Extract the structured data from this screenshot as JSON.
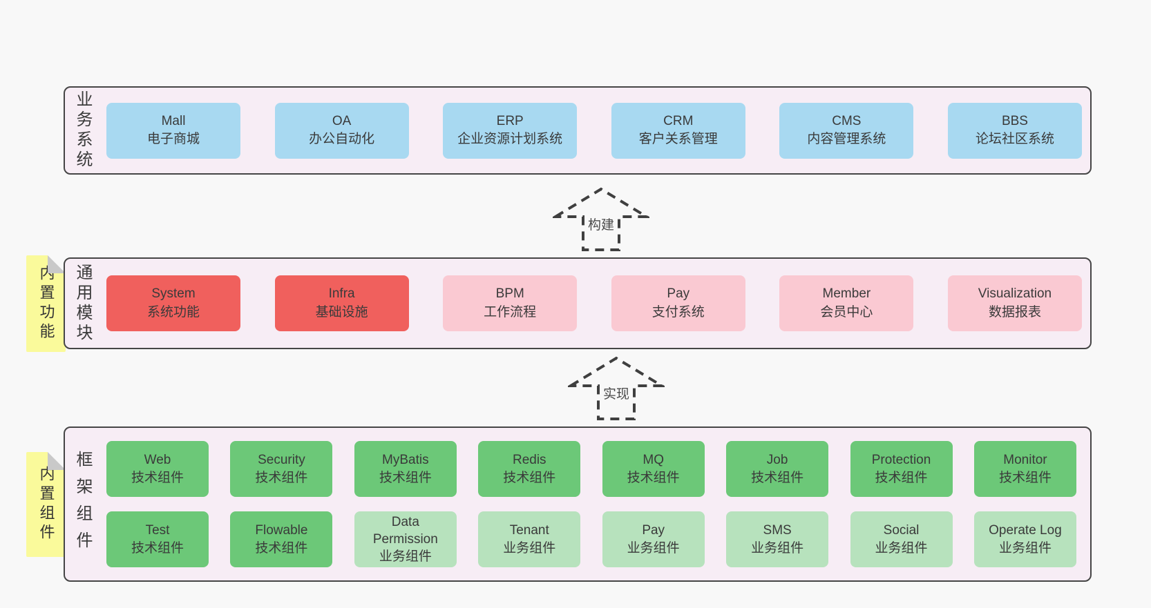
{
  "colors": {
    "page-bg": "#f8f8f8",
    "container-bg": "#f7edf5",
    "border": "#454545",
    "text": "#3a3a3a",
    "blue": "#a8d9f1",
    "red": "#f0605d",
    "pink": "#fac9d2",
    "green": "#6cc878",
    "lightgreen": "#b7e2bd",
    "yellow-note": "#fafa9b",
    "fold": "#c9c9c9"
  },
  "sections": {
    "business": {
      "label": "业务系统",
      "boxes": [
        {
          "name": "Mall",
          "desc": "电子商城",
          "variant": "blue"
        },
        {
          "name": "OA",
          "desc": "办公自动化",
          "variant": "blue"
        },
        {
          "name": "ERP",
          "desc": "企业资源计划系统",
          "variant": "blue"
        },
        {
          "name": "CRM",
          "desc": "客户关系管理",
          "variant": "blue"
        },
        {
          "name": "CMS",
          "desc": "内容管理系统",
          "variant": "blue"
        },
        {
          "name": "BBS",
          "desc": "论坛社区系统",
          "variant": "blue"
        }
      ]
    },
    "modules": {
      "label": "通用模块",
      "note": "内置功能",
      "boxes": [
        {
          "name": "System",
          "desc": "系统功能",
          "variant": "red"
        },
        {
          "name": "Infra",
          "desc": "基础设施",
          "variant": "red"
        },
        {
          "name": "BPM",
          "desc": "工作流程",
          "variant": "pink"
        },
        {
          "name": "Pay",
          "desc": "支付系统",
          "variant": "pink"
        },
        {
          "name": "Member",
          "desc": "会员中心",
          "variant": "pink"
        },
        {
          "name": "Visualization",
          "desc": "数据报表",
          "variant": "pink"
        }
      ]
    },
    "framework": {
      "label": "框架组件",
      "note": "内置组件",
      "row1": [
        {
          "name": "Web",
          "desc": "技术组件",
          "variant": "green"
        },
        {
          "name": "Security",
          "desc": "技术组件",
          "variant": "green"
        },
        {
          "name": "MyBatis",
          "desc": "技术组件",
          "variant": "green"
        },
        {
          "name": "Redis",
          "desc": "技术组件",
          "variant": "green"
        },
        {
          "name": "MQ",
          "desc": "技术组件",
          "variant": "green"
        },
        {
          "name": "Job",
          "desc": "技术组件",
          "variant": "green"
        },
        {
          "name": "Protection",
          "desc": "技术组件",
          "variant": "green"
        },
        {
          "name": "Monitor",
          "desc": "技术组件",
          "variant": "green"
        }
      ],
      "row2": [
        {
          "name": "Test",
          "desc": "技术组件",
          "variant": "green"
        },
        {
          "name": "Flowable",
          "desc": "技术组件",
          "variant": "green"
        },
        {
          "name": "Data Permission",
          "desc": "业务组件",
          "variant": "lightgreen"
        },
        {
          "name": "Tenant",
          "desc": "业务组件",
          "variant": "lightgreen"
        },
        {
          "name": "Pay",
          "desc": "业务组件",
          "variant": "lightgreen"
        },
        {
          "name": "SMS",
          "desc": "业务组件",
          "variant": "lightgreen"
        },
        {
          "name": "Social",
          "desc": "业务组件",
          "variant": "lightgreen"
        },
        {
          "name": "Operate Log",
          "desc": "业务组件",
          "variant": "lightgreen"
        }
      ]
    }
  },
  "arrows": {
    "build": "构建",
    "implement": "实现"
  }
}
